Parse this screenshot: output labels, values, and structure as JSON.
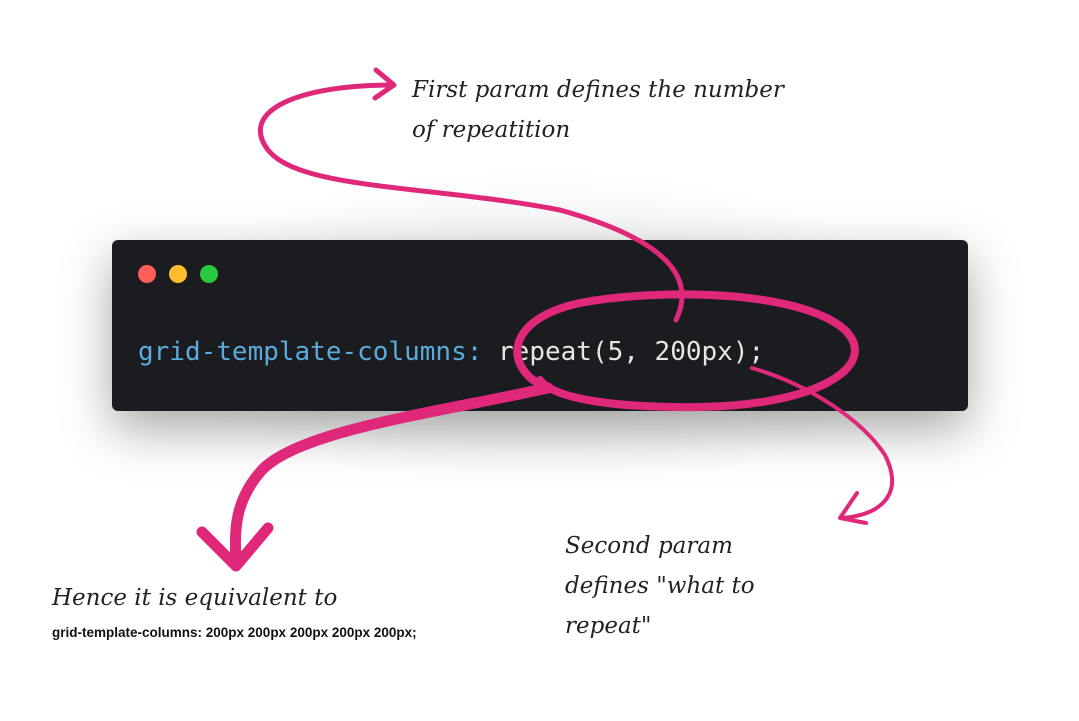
{
  "colors": {
    "background": "#ffffff",
    "code_bg": "#1b1c1f",
    "dot_red": "#fe5f57",
    "dot_yellow": "#febc2e",
    "dot_green": "#28c840",
    "css_property": "#5aaadc",
    "code_text": "#e6e6e6",
    "annotation_ink": "#e0287a",
    "annotation_text": "#222222"
  },
  "code_window": {
    "property": "grid-template-columns:",
    "value": " repeat(5, 200px);"
  },
  "annotations": {
    "first_param": "First param defines the number\nof repeatition",
    "second_param": "Second param\ndefines \"what to\nrepeat\"",
    "hence": "Hence it is equivalent to",
    "equivalent_code": "grid-template-columns: 200px 200px 200px 200px 200px;"
  },
  "icons": [
    "window-dot-red",
    "window-dot-yellow",
    "window-dot-green",
    "highlight-ellipse",
    "arrow-to-first-param",
    "arrow-to-second-param",
    "arrow-to-equivalent"
  ]
}
